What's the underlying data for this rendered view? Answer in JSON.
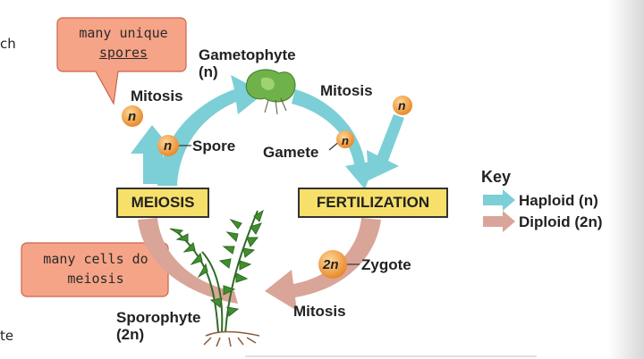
{
  "edge_text": {
    "top_left": "ch",
    "bottom_left": "te"
  },
  "callouts": {
    "spores": {
      "line1": "many unique",
      "line2": "spores"
    },
    "meiosis": {
      "line1": "many cells do",
      "line2": "meiosis"
    }
  },
  "stages": {
    "gametophyte": {
      "name": "Gametophyte",
      "ploidy": "(n)"
    },
    "sporophyte": {
      "name": "Sporophyte",
      "ploidy": "(2n)"
    },
    "spore": "Spore",
    "gamete": "Gamete",
    "zygote": "Zygote"
  },
  "processes": {
    "mitosis_left": "Mitosis",
    "mitosis_right": "Mitosis",
    "mitosis_bottom": "Mitosis",
    "meiosis": "MEIOSIS",
    "fertilization": "FERTILIZATION"
  },
  "circle_labels": {
    "n": "n",
    "two_n": "2n"
  },
  "key": {
    "title": "Key",
    "haploid": "Haploid (n)",
    "diploid": "Diploid (2n)"
  },
  "colors": {
    "haploid": "#7ccfd6",
    "diploid": "#d9a598",
    "callout_fill": "#f6a488",
    "box_fill": "#f7e06a",
    "circle_fill": "#f5a545"
  }
}
